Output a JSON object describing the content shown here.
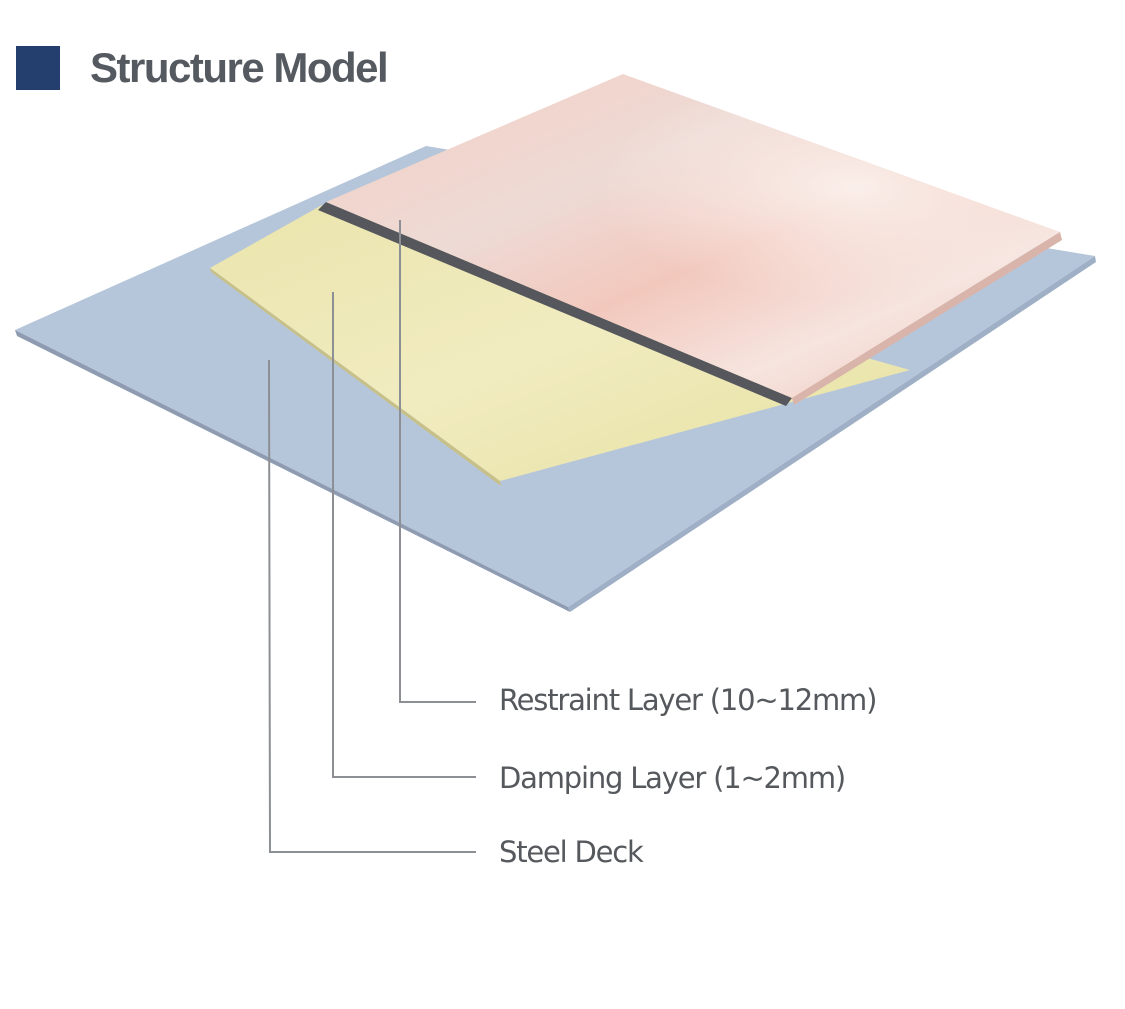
{
  "header": {
    "title": "Structure Model",
    "accent_color": "#243f6e"
  },
  "layers": [
    {
      "id": "restraint",
      "label": "Restraint Layer (10~12mm)",
      "color": "#efc9c0"
    },
    {
      "id": "damping",
      "label": "Damping Layer (1~2mm)",
      "color": "#ebe6ad"
    },
    {
      "id": "steel",
      "label": "Steel Deck",
      "color": "#b6c6da"
    }
  ]
}
